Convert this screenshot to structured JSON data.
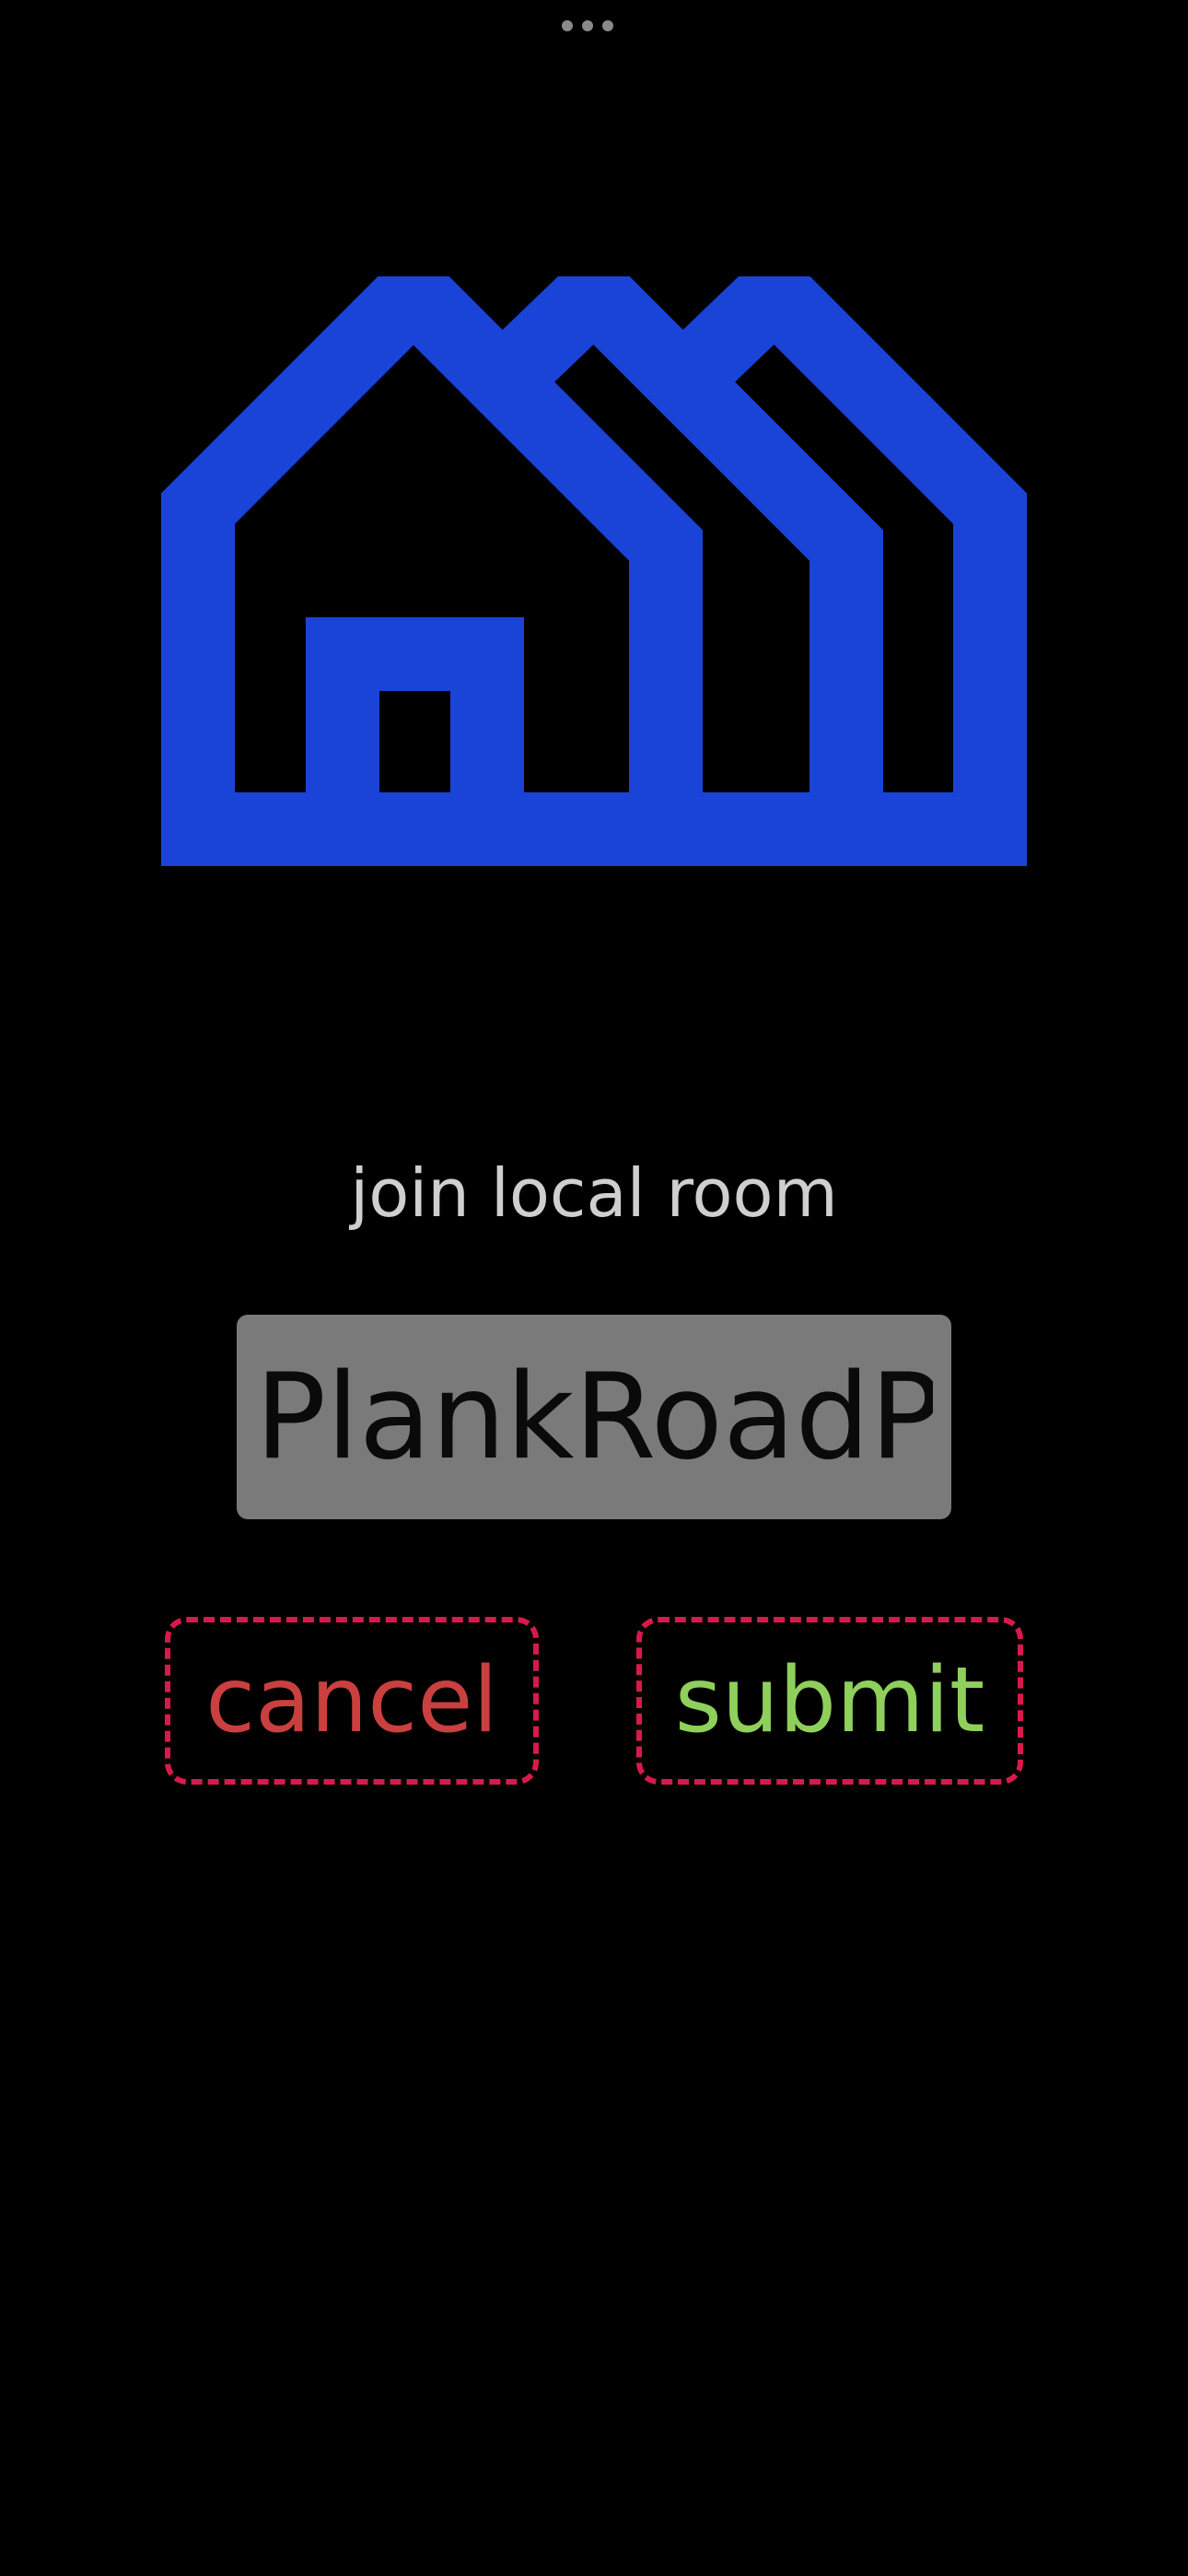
{
  "status_bar": {
    "icon": "ellipsis-icon"
  },
  "logo": {
    "icon": "houses-logo-icon",
    "color": "#1a44d8"
  },
  "dialog": {
    "title": "join local room",
    "room_input": {
      "value": "PlankRoadP",
      "placeholder": ""
    },
    "buttons": {
      "cancel_label": "cancel",
      "submit_label": "submit"
    }
  },
  "colors": {
    "background": "#000000",
    "title_text": "#cfcfcf",
    "input_background": "#7a7a7a",
    "button_border": "#d81a4a",
    "cancel_text": "#c9403f",
    "submit_text": "#8fcf5b"
  }
}
